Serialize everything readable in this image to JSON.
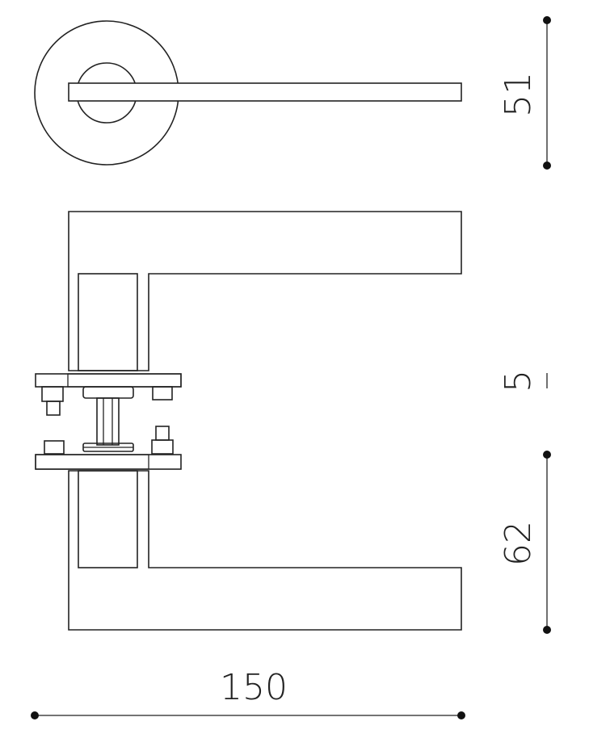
{
  "dimensions": {
    "rosette_height": "51",
    "plate_gap": "5",
    "lever_height": "62",
    "overall_length": "150"
  },
  "colors": {
    "line": "#222222",
    "background": "#ffffff"
  }
}
